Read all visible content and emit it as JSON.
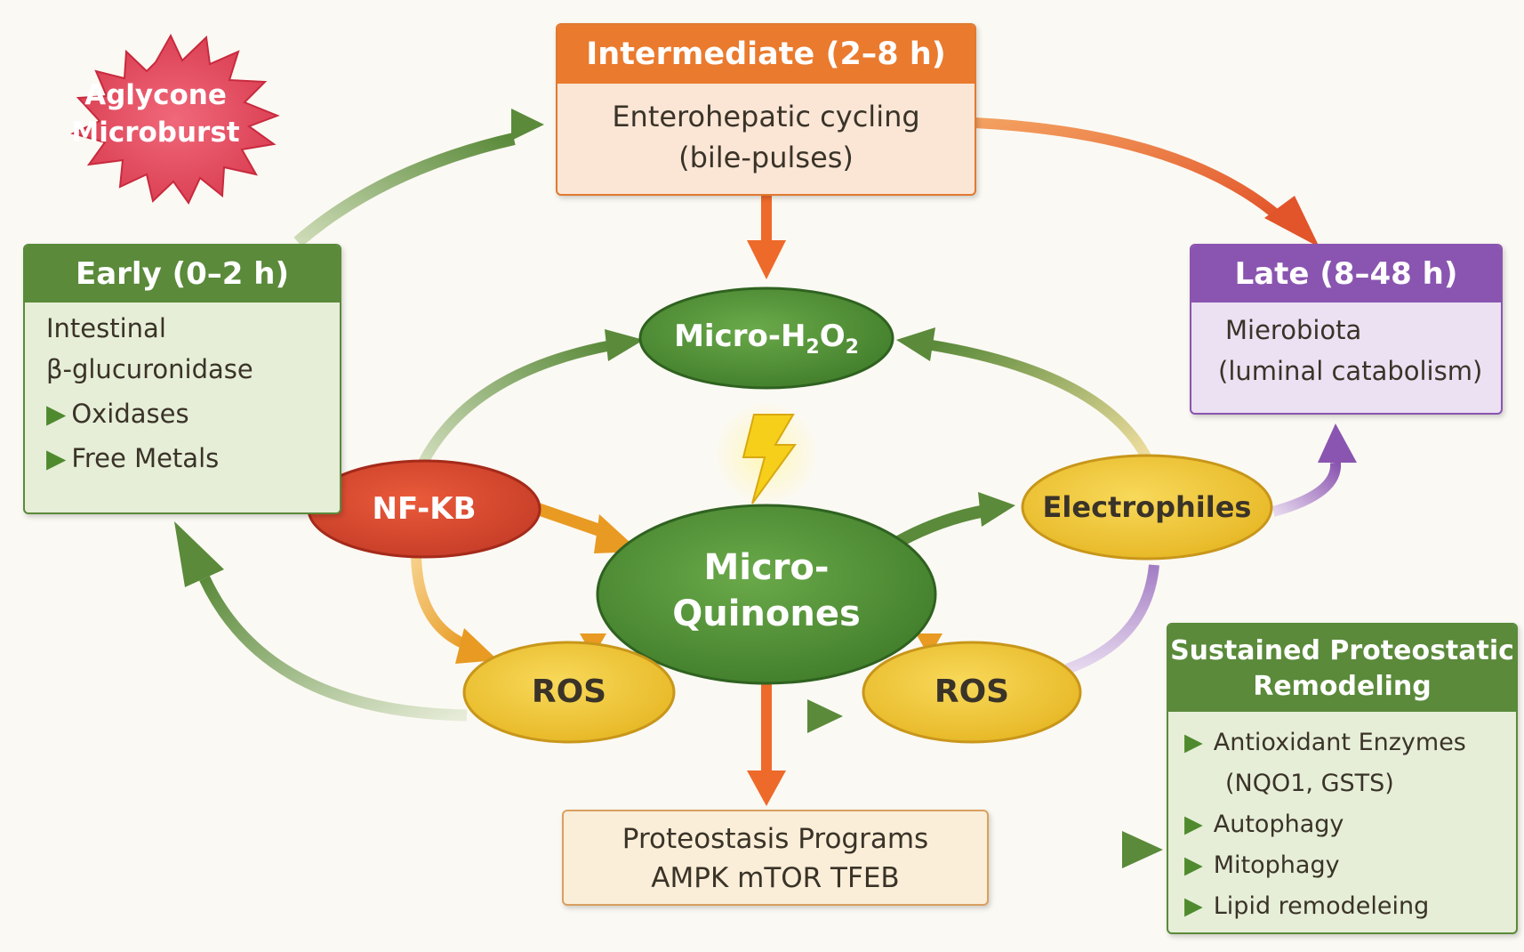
{
  "colors": {
    "green": "#5a8a3a",
    "green_dark": "#3f7a2a",
    "orange": "#ea7a2e",
    "orange_arrow": "#ee6a2a",
    "purple": "#8a55b0",
    "red": "#d8423a",
    "yellow": "#f1c232",
    "text": "#3a3328"
  },
  "starburst": {
    "line1": "Aglycone",
    "line2": "Microburst"
  },
  "intermediate": {
    "title": "Intermediate (2–8 h)",
    "line1": "Enterohepatic cycling",
    "line2": "(bile-pulses)"
  },
  "early": {
    "title": "Early (0–2 h)",
    "line1": "Intestinal",
    "line2": "β-glucuronidase",
    "bullets": [
      "Oxidases",
      "Free Metals"
    ]
  },
  "late": {
    "title": "Late (8–48 h)",
    "line1": "Mierobiota",
    "line2": "(luminal catabolism)"
  },
  "sustained": {
    "title_line1": "Sustained Proteostatic",
    "title_line2": "Remodeling",
    "bullets": [
      "Antioxidant Enzymes",
      "Autophagy",
      "Mitophagy",
      "Lipid remodeleing"
    ],
    "bullet1_cont": "(NQO1, GSTS)"
  },
  "proteostasis": {
    "line1": "Proteostasis Programs",
    "line2": "AMPK mTOR TFEB"
  },
  "nodes": {
    "h2o2_prefix": "Micro-H",
    "h2o2_sub1": "2",
    "h2o2_mid": "O",
    "h2o2_sub2": "2",
    "nfkb": "NF-KB",
    "quinones_line1": "Micro-",
    "quinones_line2": "Quinones",
    "electrophiles": "Electrophiles",
    "ros_left": "ROS",
    "ros_right": "ROS"
  },
  "arrow_marker": "▶"
}
